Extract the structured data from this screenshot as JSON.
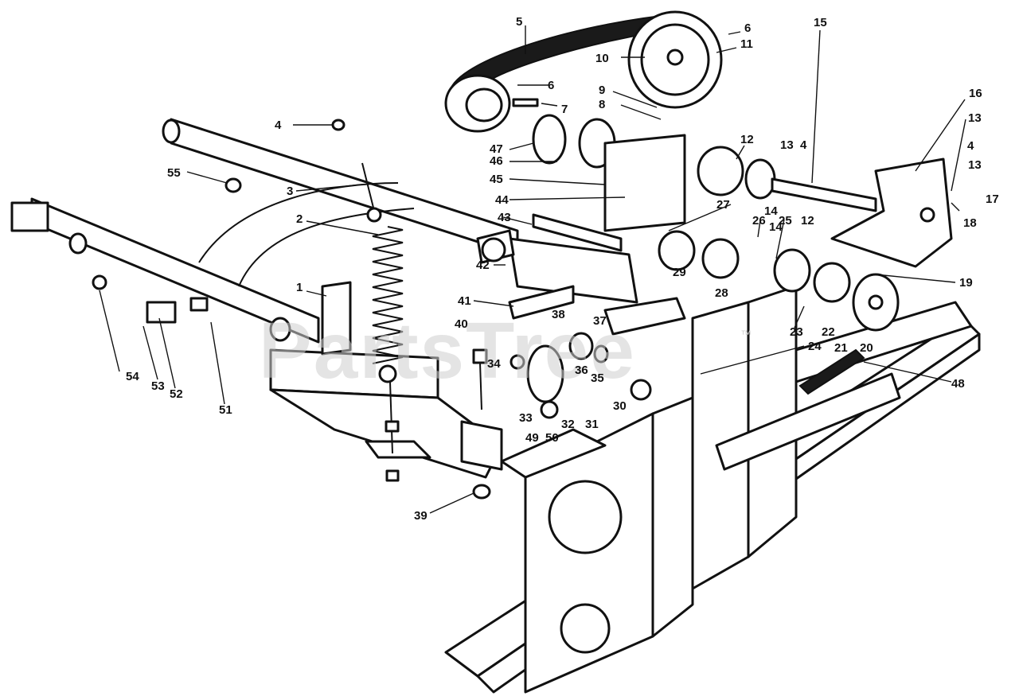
{
  "watermark": {
    "text": "PartsTree",
    "tm": "™"
  },
  "callouts": {
    "c1": "1",
    "c2": "2",
    "c3": "3",
    "c4a": "4",
    "c4b": "4",
    "c4c": "4",
    "c5": "5",
    "c6a": "6",
    "c6b": "6",
    "c7": "7",
    "c8": "8",
    "c9": "9",
    "c10": "10",
    "c11": "11",
    "c12a": "12",
    "c12b": "12",
    "c13a": "13",
    "c13b": "13",
    "c13c": "13",
    "c14a": "14",
    "c14b": "14",
    "c15": "15",
    "c16": "16",
    "c17": "17",
    "c18": "18",
    "c19": "19",
    "c20": "20",
    "c21": "21",
    "c22": "22",
    "c23": "23",
    "c24": "24",
    "c25": "25",
    "c26": "26",
    "c27": "27",
    "c28": "28",
    "c29": "29",
    "c30": "30",
    "c31": "31",
    "c32": "32",
    "c33": "33",
    "c34": "34",
    "c35": "35",
    "c36": "36",
    "c37": "37",
    "c38": "38",
    "c39": "39",
    "c40": "40",
    "c41": "41",
    "c42": "42",
    "c43": "43",
    "c44": "44",
    "c45": "45",
    "c46": "46",
    "c47": "47",
    "c48": "48",
    "c49": "49",
    "c50": "50",
    "c51": "51",
    "c52": "52",
    "c53": "53",
    "c54": "54",
    "c55": "55"
  }
}
